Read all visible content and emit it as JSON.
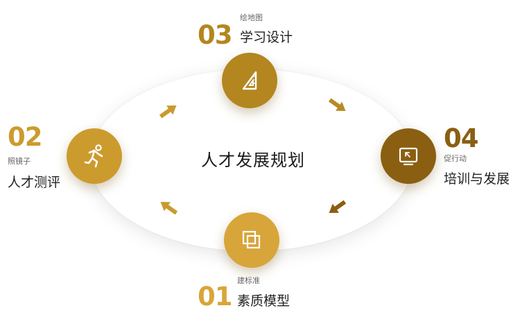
{
  "center": {
    "title": "人才发展规划"
  },
  "colors": {
    "step01": "#d8a53a",
    "step02": "#cc9b2e",
    "step03": "#b3861f",
    "step04": "#8a5f12",
    "arrow": "#b88a25"
  },
  "steps": [
    {
      "number": "01",
      "subtitle": "建标准",
      "label": "素质模型",
      "icon": "layers-icon"
    },
    {
      "number": "02",
      "subtitle": "照镜子",
      "label": "人才测评",
      "icon": "runner-icon"
    },
    {
      "number": "03",
      "subtitle": "绘地图",
      "label": "学习设计",
      "icon": "set-square-icon"
    },
    {
      "number": "04",
      "subtitle": "促行动",
      "label": "培训与发展",
      "icon": "monitor-icon"
    }
  ]
}
